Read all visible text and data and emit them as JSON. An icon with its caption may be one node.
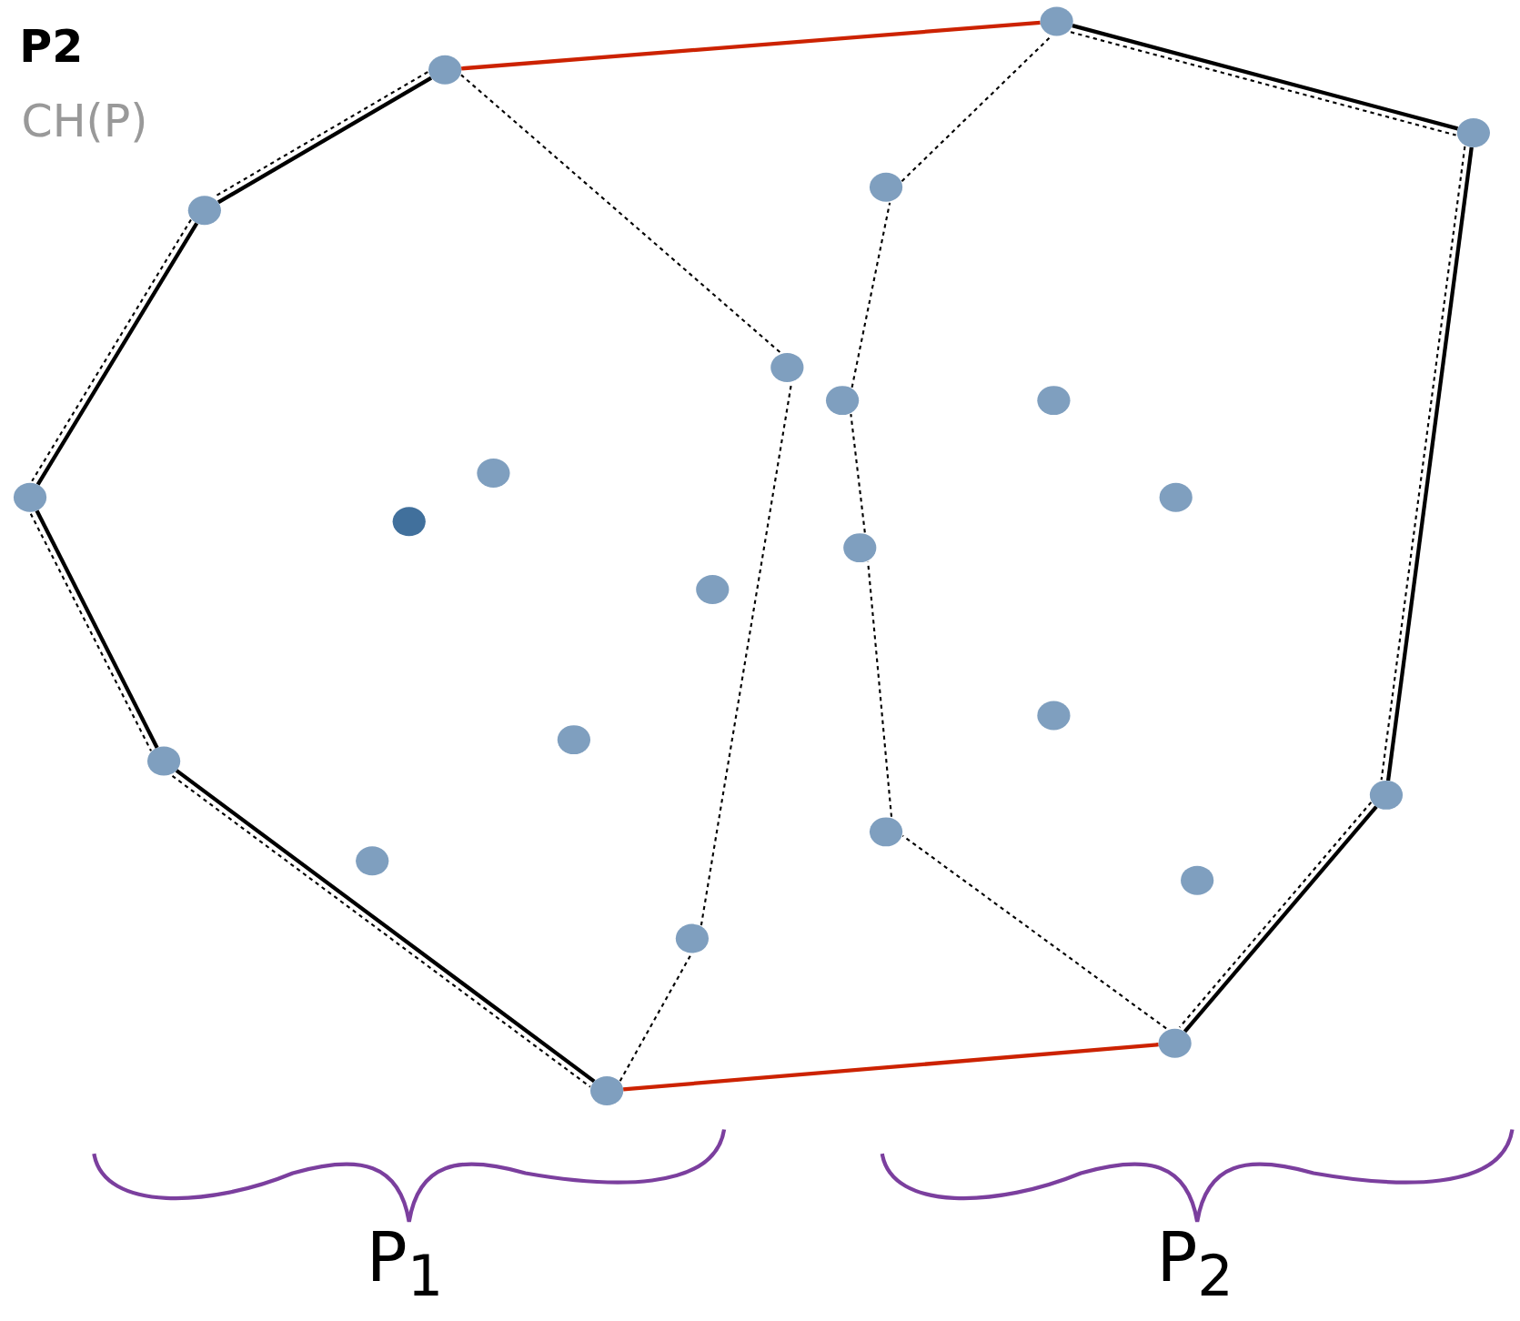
{
  "diagram": {
    "nodes": [
      {
        "text": [],
        "shape": "circle"
      },
      {
        "text": [],
        "shape": "circle"
      },
      {
        "text": [],
        "shape": "circle"
      },
      {
        "text": [],
        "shape": "circle"
      },
      {
        "text": [],
        "shape": "circle"
      },
      {
        "text": [],
        "shape": "circle"
      },
      {
        "text": [],
        "shape": "circle"
      },
      {
        "text": [],
        "shape": "circle"
      },
      {
        "text": [],
        "shape": "circle"
      },
      {
        "text": [],
        "shape": "circle"
      },
      {
        "text": [],
        "shape": "circle"
      },
      {
        "text": [],
        "shape": "circle"
      },
      {
        "text": [],
        "shape": "circle"
      },
      {
        "text": [],
        "shape": "circle"
      },
      {
        "text": [],
        "shape": "circle"
      },
      {
        "text": [],
        "shape": "circle"
      },
      {
        "text": [],
        "shape": "circle"
      },
      {
        "text": [],
        "shape": "circle"
      },
      {
        "text": [],
        "shape": "circle"
      },
      {
        "text": [],
        "shape": "circle"
      },
      {
        "text": [],
        "shape": "circle"
      },
      {
        "text": [],
        "shape": "circle"
      },
      {
        "text": [],
        "shape": "circle"
      },
      {
        "text": [],
        "shape": "circle"
      }
    ],
    "edges": [
      {
        "from": 5,
        "to": 2,
        "arrow": "none"
      },
      {
        "from": 2,
        "to": 0,
        "arrow": "none"
      },
      {
        "from": 0,
        "to": 1,
        "arrow": "none"
      },
      {
        "from": 1,
        "to": 8,
        "arrow": "none"
      },
      {
        "from": 8,
        "to": 19,
        "arrow": "none",
        "color": "#cc2200"
      },
      {
        "from": 19,
        "to": 22,
        "arrow": "none"
      },
      {
        "from": 22,
        "to": 23,
        "arrow": "none"
      },
      {
        "from": 23,
        "to": 18,
        "arrow": "none"
      },
      {
        "from": 18,
        "to": 5,
        "arrow": "none",
        "color": "#cc2200"
      },
      {
        "from": 5,
        "to": 2,
        "arrow": "none",
        "style": "dashed"
      },
      {
        "from": 2,
        "to": 0,
        "arrow": "none",
        "style": "dashed"
      },
      {
        "from": 0,
        "to": 1,
        "arrow": "none",
        "style": "dashed"
      },
      {
        "from": 1,
        "to": 8,
        "arrow": "none",
        "style": "dashed"
      },
      {
        "from": 8,
        "to": 9,
        "arrow": "none",
        "style": "dashed"
      },
      {
        "from": 9,
        "to": 11,
        "arrow": "none",
        "style": "dashed"
      },
      {
        "from": 11,
        "to": 5,
        "arrow": "none",
        "style": "dashed"
      },
      {
        "from": 18,
        "to": 23,
        "arrow": "none",
        "style": "dashed"
      },
      {
        "from": 23,
        "to": 22,
        "arrow": "none",
        "style": "dashed"
      },
      {
        "from": 22,
        "to": 19,
        "arrow": "none",
        "style": "dashed"
      },
      {
        "from": 19,
        "to": 15,
        "arrow": "none",
        "style": "dashed"
      },
      {
        "from": 15,
        "to": 13,
        "arrow": "none",
        "style": "dashed"
      },
      {
        "from": 13,
        "to": 12,
        "arrow": "none",
        "style": "dashed"
      },
      {
        "from": 12,
        "to": 14,
        "arrow": "none",
        "style": "dashed"
      },
      {
        "from": 14,
        "to": 18,
        "arrow": "none",
        "style": "dashed"
      }
    ],
    "labels": [
      "P2",
      "CH(P)",
      "P$_{1}$",
      "P$_{2}$"
    ]
  }
}
